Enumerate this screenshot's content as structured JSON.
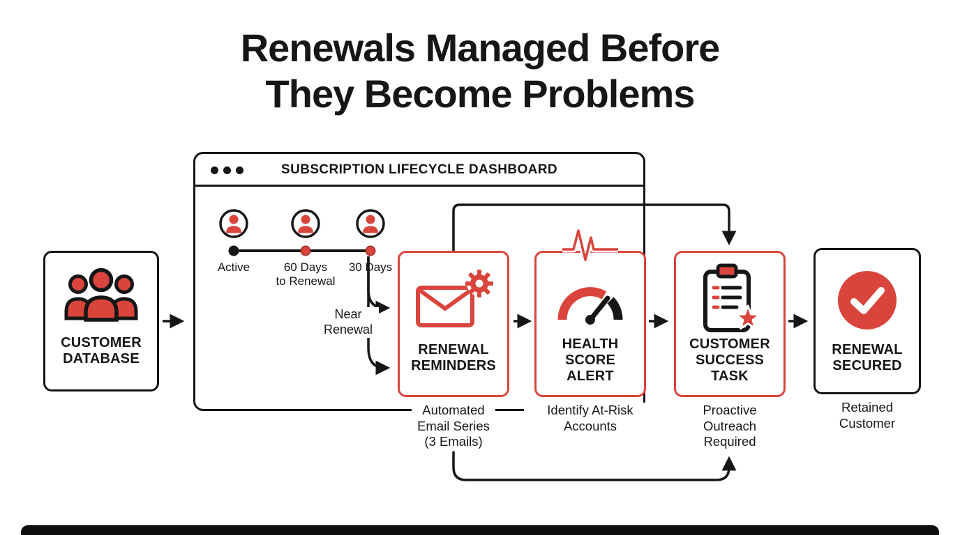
{
  "title": {
    "line1": "Renewals Managed Before",
    "line2": "They Become Problems"
  },
  "colors": {
    "red": "#d9453c",
    "ink": "#161616"
  },
  "dashboard": {
    "title": "SUBSCRIPTION LIFECYCLE DASHBOARD",
    "timeline": {
      "stages": [
        {
          "label": "Active"
        },
        {
          "label": "60 Days\nto Renewal"
        },
        {
          "label": "30 Days"
        }
      ],
      "branch_label": "Near\nRenewal"
    }
  },
  "nodes": {
    "customer_database": {
      "label": "CUSTOMER\nDATABASE",
      "icon": "customer-group-icon"
    },
    "renewal_reminders": {
      "label": "RENEWAL\nREMINDERS",
      "subtitle": "Automated\nEmail Series\n(3 Emails)",
      "icon": "email-gear-icon"
    },
    "health_score_alert": {
      "label": "HEALTH\nSCORE\nALERT",
      "subtitle": "Identify At-Risk\nAccounts",
      "icon": "health-gauge-icon"
    },
    "customer_success_task": {
      "label": "CUSTOMER\nSUCCESS\nTASK",
      "subtitle": "Proactive\nOutreach\nRequired",
      "icon": "clipboard-star-icon"
    },
    "renewal_secured": {
      "label": "RENEWAL\nSECURED",
      "subtitle": "Retained\nCustomer",
      "icon": "check-circle-icon"
    }
  }
}
